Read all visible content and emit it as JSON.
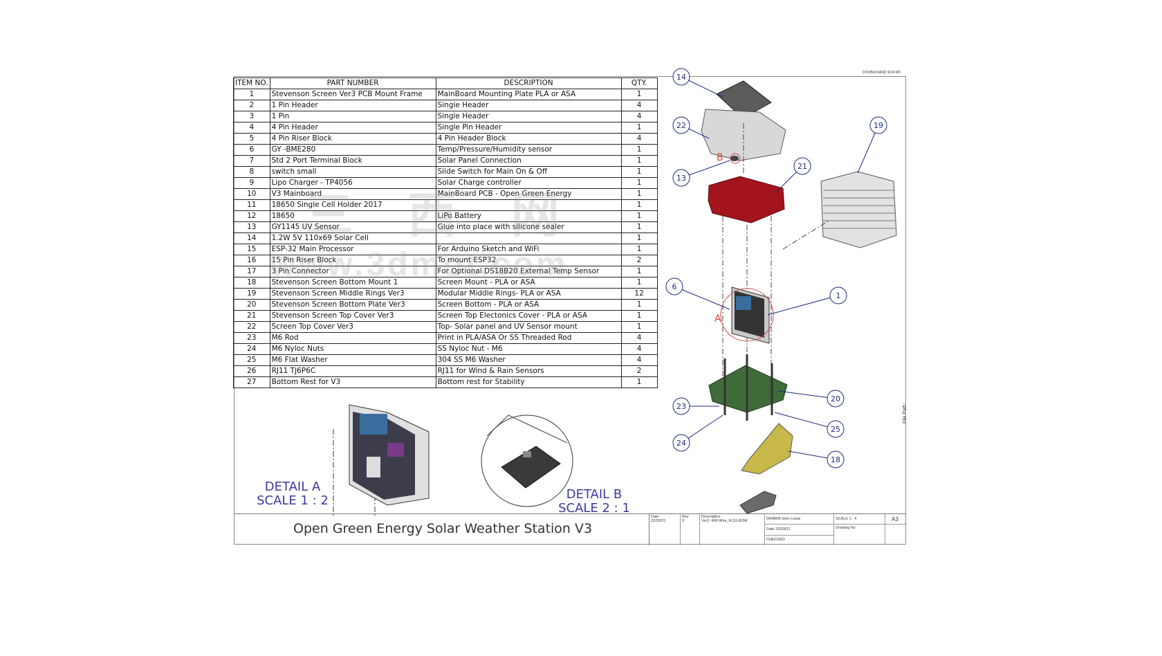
{
  "header": {
    "sheet_id": "DOOB4C0AND SOA W0"
  },
  "bom": {
    "columns": [
      "ITEM NO.",
      "PART NUMBER",
      "DESCRIPTION",
      "QTY."
    ],
    "rows": [
      [
        "1",
        "Stevenson Screen Ver3 PCB Mount Frame",
        "MainBoard Mounting Plate PLA or ASA",
        "1"
      ],
      [
        "2",
        "1 Pin Header",
        "Single Header",
        "4"
      ],
      [
        "3",
        "1 Pin",
        "Single Header",
        "4"
      ],
      [
        "4",
        "4 Pin Header",
        "Single Pin Header",
        "1"
      ],
      [
        "5",
        "4 Pin Riser Block",
        "4 Pin Header Block",
        "4"
      ],
      [
        "6",
        "GY -BME280",
        "Temp/Pressure/Humidity sensor",
        "1"
      ],
      [
        "7",
        "Std 2 Port Terminal Block",
        "Solar Panel Connection",
        "1"
      ],
      [
        "8",
        "switch small",
        "Slide Switch for Main On & Off",
        "1"
      ],
      [
        "9",
        "Lipo Charger - TP4056",
        "Solar Charge controller",
        "1"
      ],
      [
        "10",
        "V3 Mainboard",
        "MainBoard PCB - Open Green Energy",
        "1"
      ],
      [
        "11",
        "18650 Single Cell Holder 2017",
        "",
        "1"
      ],
      [
        "12",
        "18650",
        "LiPo Battery",
        "1"
      ],
      [
        "13",
        "GY1145 UV Sensor",
        "Glue into place with silicone sealer",
        "1"
      ],
      [
        "14",
        "1.2W 5V 110x69 Solar Cell",
        "",
        "1"
      ],
      [
        "15",
        "ESP-32 Main Processor",
        "For Arduino Sketch and WiFi",
        "1"
      ],
      [
        "16",
        "15 Pin Riser Block",
        "To mount ESP32",
        "2"
      ],
      [
        "17",
        "3 Pin Connector",
        "For Optional DS18B20 External Temp Sensor",
        "1"
      ],
      [
        "18",
        "Stevenson Screen Bottom Mount 1",
        "Screen Mount - PLA or ASA",
        "1"
      ],
      [
        "19",
        "Stevenson Screen Middle Rings Ver3",
        "Modular Middle Rings- PLA or ASA",
        "12"
      ],
      [
        "20",
        "Stevenson Screen Bottom Plate Ver3",
        "Screen Bottom - PLA or ASA",
        "1"
      ],
      [
        "21",
        "Stevenson Screen Top Cover Ver3",
        "Screen Top Electonics Cover - PLA or ASA",
        "1"
      ],
      [
        "22",
        "Screen Top Cover Ver3",
        "Top- Solar panel and UV Sensor mount",
        "1"
      ],
      [
        "23",
        "M6 Rod",
        "Print in PLA/ASA Or SS Threaded Rod",
        "4"
      ],
      [
        "24",
        "M6 Nyloc Nuts",
        "SS Nyloc Nut - M6",
        "4"
      ],
      [
        "25",
        "M6 Flat Washer",
        "304 SS M6 Washer",
        "4"
      ],
      [
        "26",
        "RJ11 TJ6P6C",
        "RJ11 for Wind & Rain Sensors",
        "2"
      ],
      [
        "27",
        "Bottom Rest for V3",
        "Bottom rest for Stability",
        "1"
      ]
    ]
  },
  "details": {
    "a_title": "DETAIL A",
    "a_scale": "SCALE 1 : 2",
    "b_title": "DETAIL B",
    "b_scale": "SCALE 2 : 1",
    "a_letter": "A",
    "b_letter": "B"
  },
  "balloons": [
    "14",
    "22",
    "13",
    "21",
    "19",
    "6",
    "1",
    "23",
    "20",
    "25",
    "24",
    "18"
  ],
  "title_block": {
    "title": "Open Green Energy Solar Weather Station V3",
    "date_label": "Date",
    "date_value": "22/03/21",
    "rev_label": "Rev",
    "rev_value": "3",
    "description_label": "Description",
    "description_value": "Ver3 -Wifi Wire_RJ11-BSW",
    "drawn": "DRAWN Glen Lewis",
    "date2": "Date 22/03/21",
    "checked": "CHECKED",
    "scale": "SCALE 1 : 4",
    "drawing_no": "Drawing No.",
    "size": "A3"
  },
  "file_path_label": "File Path:",
  "watermark": {
    "cn": "三 西 网",
    "url": "www.3dmot.com"
  },
  "colors": {
    "balloon": "#1c2a80",
    "detail_text": "#3a3aa0",
    "top_cover": "#a3141c",
    "base": "#3f6b3a",
    "mount": "#c8b84a"
  }
}
